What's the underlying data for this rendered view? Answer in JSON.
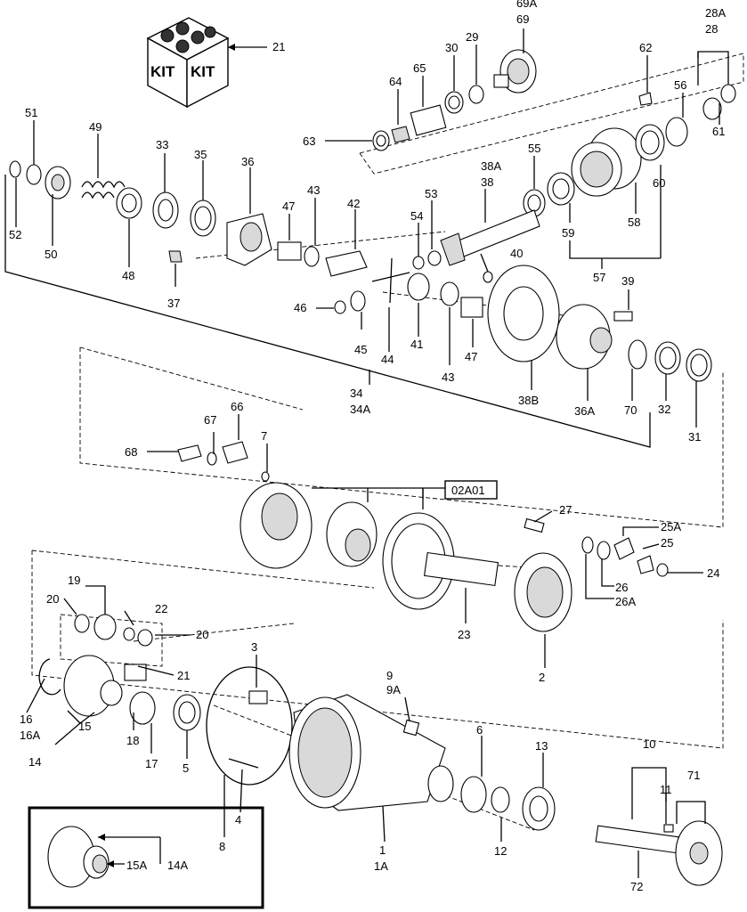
{
  "diagram": {
    "kit_label": "KIT",
    "ref_label": "02A01",
    "callouts": [
      {
        "id": "c69a",
        "text": "69A"
      },
      {
        "id": "c69",
        "text": "69"
      },
      {
        "id": "c28a",
        "text": "28A"
      },
      {
        "id": "c28",
        "text": "28"
      },
      {
        "id": "c21top",
        "text": "21"
      },
      {
        "id": "c29",
        "text": "29"
      },
      {
        "id": "c30",
        "text": "30"
      },
      {
        "id": "c65",
        "text": "65"
      },
      {
        "id": "c64",
        "text": "64"
      },
      {
        "id": "c63",
        "text": "63"
      },
      {
        "id": "c62",
        "text": "62"
      },
      {
        "id": "c56",
        "text": "56"
      },
      {
        "id": "c61",
        "text": "61"
      },
      {
        "id": "c51",
        "text": "51"
      },
      {
        "id": "c49",
        "text": "49"
      },
      {
        "id": "c33",
        "text": "33"
      },
      {
        "id": "c35",
        "text": "35"
      },
      {
        "id": "c36",
        "text": "36"
      },
      {
        "id": "c52",
        "text": "52"
      },
      {
        "id": "c50",
        "text": "50"
      },
      {
        "id": "c48",
        "text": "48"
      },
      {
        "id": "c37",
        "text": "37"
      },
      {
        "id": "c47a",
        "text": "47"
      },
      {
        "id": "c43a",
        "text": "43"
      },
      {
        "id": "c42",
        "text": "42"
      },
      {
        "id": "c38a",
        "text": "38A"
      },
      {
        "id": "c38",
        "text": "38"
      },
      {
        "id": "c55",
        "text": "55"
      },
      {
        "id": "c53",
        "text": "53"
      },
      {
        "id": "c54",
        "text": "54"
      },
      {
        "id": "c40",
        "text": "40"
      },
      {
        "id": "c60",
        "text": "60"
      },
      {
        "id": "c58",
        "text": "58"
      },
      {
        "id": "c59",
        "text": "59"
      },
      {
        "id": "c57",
        "text": "57"
      },
      {
        "id": "c39",
        "text": "39"
      },
      {
        "id": "c46",
        "text": "46"
      },
      {
        "id": "c45",
        "text": "45"
      },
      {
        "id": "c44",
        "text": "44"
      },
      {
        "id": "c41",
        "text": "41"
      },
      {
        "id": "c43b",
        "text": "43"
      },
      {
        "id": "c47b",
        "text": "47"
      },
      {
        "id": "c38b",
        "text": "38B"
      },
      {
        "id": "c36a",
        "text": "36A"
      },
      {
        "id": "c70",
        "text": "70"
      },
      {
        "id": "c32",
        "text": "32"
      },
      {
        "id": "c31",
        "text": "31"
      },
      {
        "id": "c34",
        "text": "34"
      },
      {
        "id": "c34a",
        "text": "34A"
      },
      {
        "id": "c66",
        "text": "66"
      },
      {
        "id": "c67",
        "text": "67"
      },
      {
        "id": "c68",
        "text": "68"
      },
      {
        "id": "c7",
        "text": "7"
      },
      {
        "id": "c27",
        "text": "27"
      },
      {
        "id": "c25a",
        "text": "25A"
      },
      {
        "id": "c25",
        "text": "25"
      },
      {
        "id": "c24",
        "text": "24"
      },
      {
        "id": "c26",
        "text": "26"
      },
      {
        "id": "c26a",
        "text": "26A"
      },
      {
        "id": "c23",
        "text": "23"
      },
      {
        "id": "c2",
        "text": "2"
      },
      {
        "id": "c19",
        "text": "19"
      },
      {
        "id": "c22",
        "text": "22"
      },
      {
        "id": "c20a",
        "text": "20"
      },
      {
        "id": "c20b",
        "text": "20"
      },
      {
        "id": "c21b",
        "text": "21"
      },
      {
        "id": "c3",
        "text": "3"
      },
      {
        "id": "c9",
        "text": "9"
      },
      {
        "id": "c9a",
        "text": "9A"
      },
      {
        "id": "c16",
        "text": "16"
      },
      {
        "id": "c16a",
        "text": "16A"
      },
      {
        "id": "c15",
        "text": "15"
      },
      {
        "id": "c14",
        "text": "14"
      },
      {
        "id": "c18",
        "text": "18"
      },
      {
        "id": "c17",
        "text": "17"
      },
      {
        "id": "c5",
        "text": "5"
      },
      {
        "id": "c4",
        "text": "4"
      },
      {
        "id": "c8",
        "text": "8"
      },
      {
        "id": "c6",
        "text": "6"
      },
      {
        "id": "c13",
        "text": "13"
      },
      {
        "id": "c10",
        "text": "10"
      },
      {
        "id": "c11",
        "text": "11"
      },
      {
        "id": "c71",
        "text": "71"
      },
      {
        "id": "c12",
        "text": "12"
      },
      {
        "id": "c1",
        "text": "1"
      },
      {
        "id": "c1a",
        "text": "1A"
      },
      {
        "id": "c72",
        "text": "72"
      },
      {
        "id": "c15a",
        "text": "15A"
      },
      {
        "id": "c14a",
        "text": "14A"
      }
    ]
  }
}
